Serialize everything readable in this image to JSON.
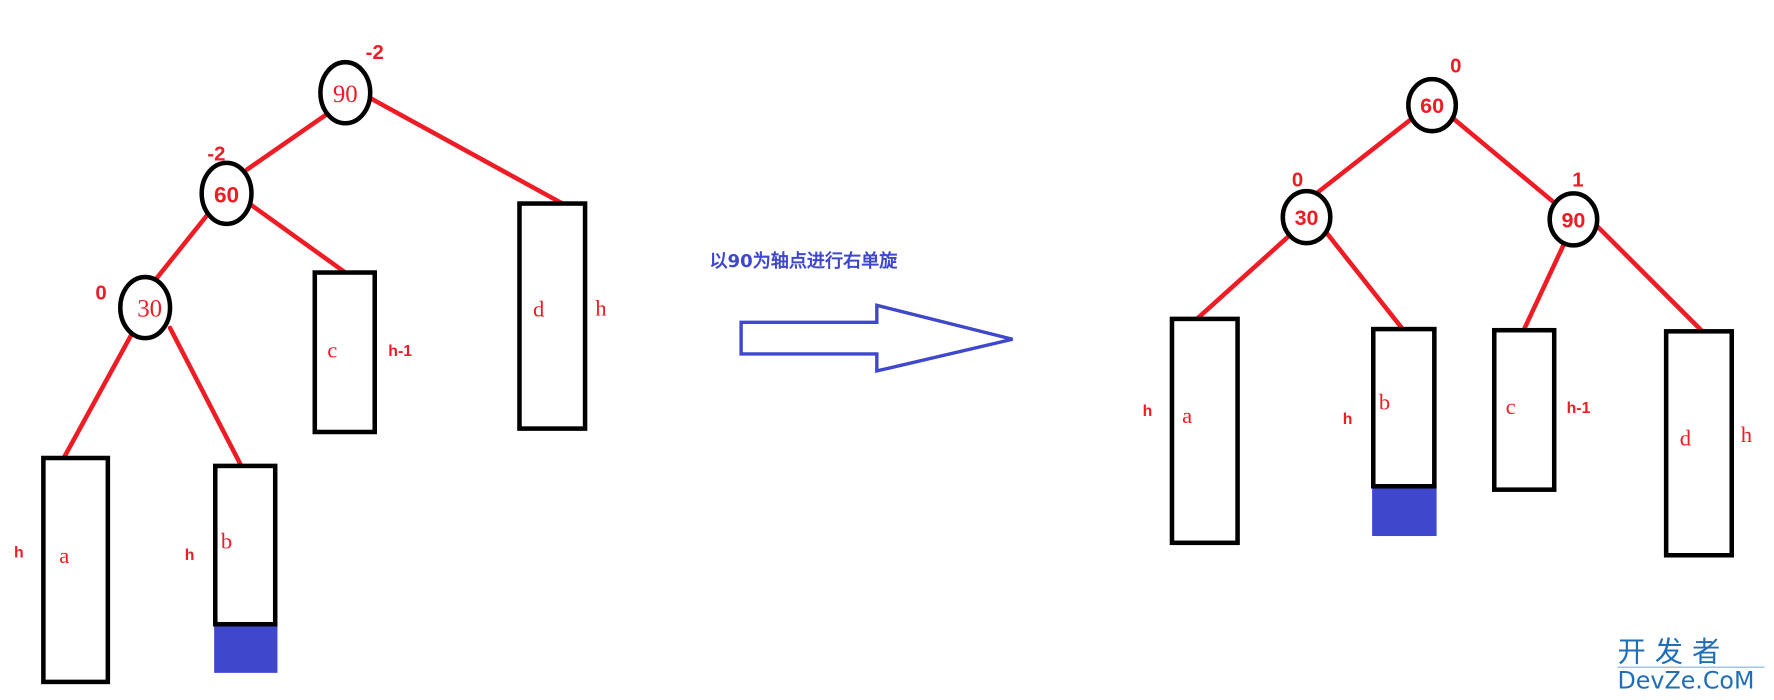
{
  "caption": "以90为轴点进行右单旋",
  "before": {
    "nodes": {
      "n90": "90",
      "n60": "60",
      "n30": "30"
    },
    "balance": {
      "n90": "-2",
      "n60": "-2",
      "n30": "0"
    },
    "subtrees": {
      "a": "a",
      "b": "b",
      "c": "c",
      "d": "d"
    },
    "heights": {
      "a": "h",
      "b": "h",
      "c": "h-1",
      "d": "h"
    }
  },
  "after": {
    "nodes": {
      "n60": "60",
      "n30": "30",
      "n90": "90"
    },
    "balance": {
      "n60": "0",
      "n30": "0",
      "n90": "1"
    },
    "subtrees": {
      "a": "a",
      "b": "b",
      "c": "c",
      "d": "d"
    },
    "heights": {
      "a": "h",
      "b": "h",
      "c": "h-1",
      "d": "h"
    }
  },
  "watermark": {
    "line1": "开 发 者",
    "line2": "DevZe.CoM"
  },
  "colors": {
    "edge": "#ee1c24",
    "arrow": "#3f48cc",
    "inserted": "#3f48cc"
  }
}
